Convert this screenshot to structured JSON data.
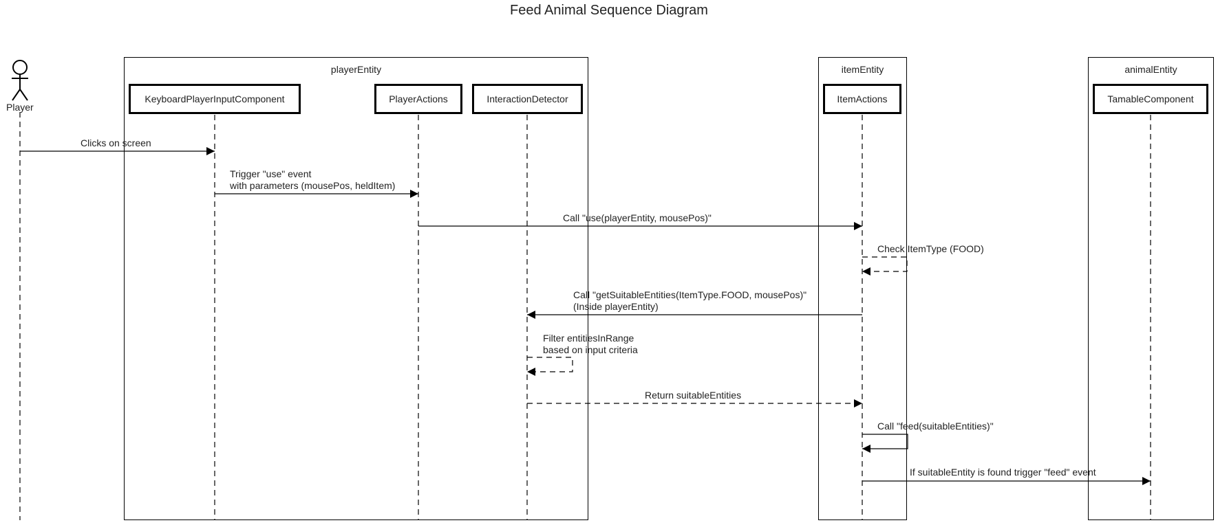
{
  "title": "Feed Animal Sequence Diagram",
  "actor": {
    "label": "Player"
  },
  "groups": {
    "player": "playerEntity",
    "item": "itemEntity",
    "animal": "animalEntity"
  },
  "participants": {
    "keyboard": "KeyboardPlayerInputComponent",
    "player_actions": "PlayerActions",
    "interaction_detector": "InteractionDetector",
    "item_actions": "ItemActions",
    "tamable": "TamableComponent"
  },
  "messages": [
    {
      "id": "m1",
      "from": "Player",
      "to": "KeyboardPlayerInputComponent",
      "style": "solid",
      "lines": [
        "Clicks on screen"
      ]
    },
    {
      "id": "m2",
      "from": "KeyboardPlayerInputComponent",
      "to": "PlayerActions",
      "style": "solid",
      "lines": [
        "Trigger \"use\" event",
        "with parameters (mousePos, heldItem)"
      ]
    },
    {
      "id": "m3",
      "from": "PlayerActions",
      "to": "ItemActions",
      "style": "solid",
      "lines": [
        "Call \"use(playerEntity, mousePos)\""
      ]
    },
    {
      "id": "m4",
      "from": "ItemActions",
      "to": "ItemActions",
      "style": "dashed",
      "lines": [
        "Check ItemType (FOOD)"
      ]
    },
    {
      "id": "m5",
      "from": "ItemActions",
      "to": "InteractionDetector",
      "style": "solid",
      "lines": [
        "Call \"getSuitableEntities(ItemType.FOOD, mousePos)\"",
        "(Inside playerEntity)"
      ]
    },
    {
      "id": "m6",
      "from": "InteractionDetector",
      "to": "InteractionDetector",
      "style": "dashed",
      "lines": [
        "Filter entitiesInRange",
        "based on input criteria"
      ]
    },
    {
      "id": "m7",
      "from": "InteractionDetector",
      "to": "ItemActions",
      "style": "dashed",
      "lines": [
        "Return suitableEntities"
      ]
    },
    {
      "id": "m8",
      "from": "ItemActions",
      "to": "ItemActions",
      "style": "solid",
      "lines": [
        "Call \"feed(suitableEntities)\""
      ]
    },
    {
      "id": "m9",
      "from": "ItemActions",
      "to": "TamableComponent",
      "style": "solid",
      "lines": [
        "If suitableEntity is found trigger \"feed\" event"
      ]
    }
  ]
}
